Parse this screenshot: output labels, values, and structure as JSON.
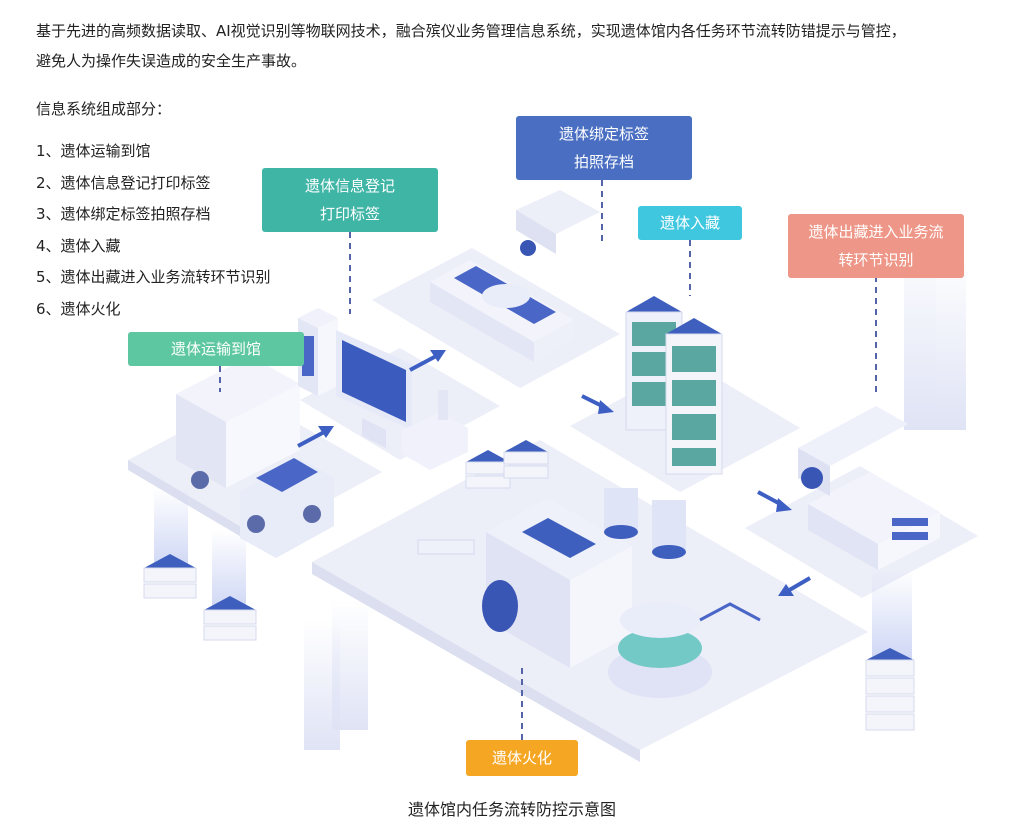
{
  "intro": {
    "line1": "基于先进的高频数据读取、AI视觉识别等物联网技术，融合殡仪业务管理信息系统，实现遗体馆内各任务环节流转防错提示与管控，",
    "line2": "避免人为操作失误造成的安全生产事故。"
  },
  "components": {
    "title": "信息系统组成部分：",
    "items": [
      "1、遗体运输到馆",
      "2、遗体信息登记打印标签",
      "3、遗体绑定标签拍照存档",
      "4、遗体入藏",
      "5、遗体出藏进入业务流转环节识别",
      "6、遗体火化"
    ]
  },
  "labels": {
    "transport": "遗体运输到馆",
    "register_l1": "遗体信息登记",
    "register_l2": "打印标签",
    "bind_l1": "遗体绑定标签",
    "bind_l2": "拍照存档",
    "storage": "遗体入藏",
    "exit_l1": "遗体出藏进入业务流",
    "exit_l2": "转环节识别",
    "cremation": "遗体火化"
  },
  "colors": {
    "transport": "#5cc7a0",
    "register": "#3fb5a6",
    "bind": "#4a6fc2",
    "storage": "#40c7e0",
    "exit": "#ee9788",
    "cremation": "#f5a623"
  },
  "caption": "遗体馆内任务流转防控示意图"
}
